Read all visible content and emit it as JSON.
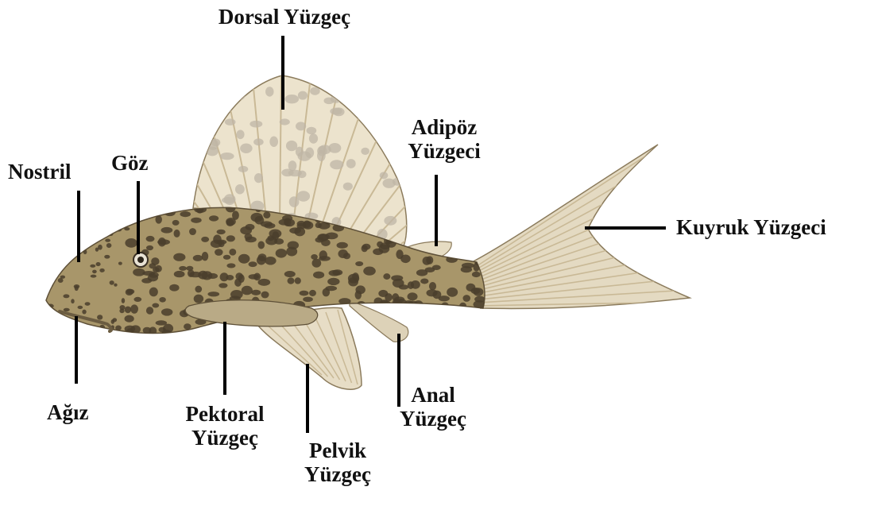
{
  "colors": {
    "background": "#ffffff",
    "label_text": "#111111",
    "leader_line": "#000000",
    "body_fill": "#a8966a",
    "body_spots": "#4a3e2c",
    "fin_fill": "#e9dfc9",
    "fin_rays": "#c9b996",
    "fin_spots": "#bfb6a6"
  },
  "diagram": {
    "subject_icon": "pleco-catfish-illustration",
    "labels": {
      "dorsal": "Dorsal Yüzgeç",
      "adipose_1": "Adipöz",
      "adipose_2": "Yüzgeci",
      "nostril": "Nostril",
      "eye": "Göz",
      "caudal": "Kuyruk Yüzgeci",
      "mouth": "Ağız",
      "pectoral_1": "Pektoral",
      "pectoral_2": "Yüzgeç",
      "pelvic_1": "Pelvik",
      "pelvic_2": "Yüzgeç",
      "anal_1": "Anal",
      "anal_2": "Yüzgeç"
    }
  }
}
